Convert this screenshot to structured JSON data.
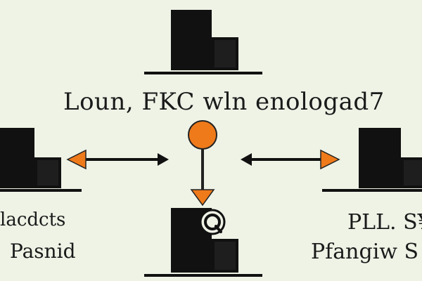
{
  "diagram": {
    "title": "Loun, FKC wln enologad7",
    "left_label_top": "lacdcts",
    "left_label_bottom": "Pasnid",
    "right_label_top": "PLL. S¥",
    "right_label_bottom": "Pfangiw S"
  },
  "colors": {
    "background": "#eef3e6",
    "ink": "#111111",
    "accent": "#ef7a1a"
  }
}
